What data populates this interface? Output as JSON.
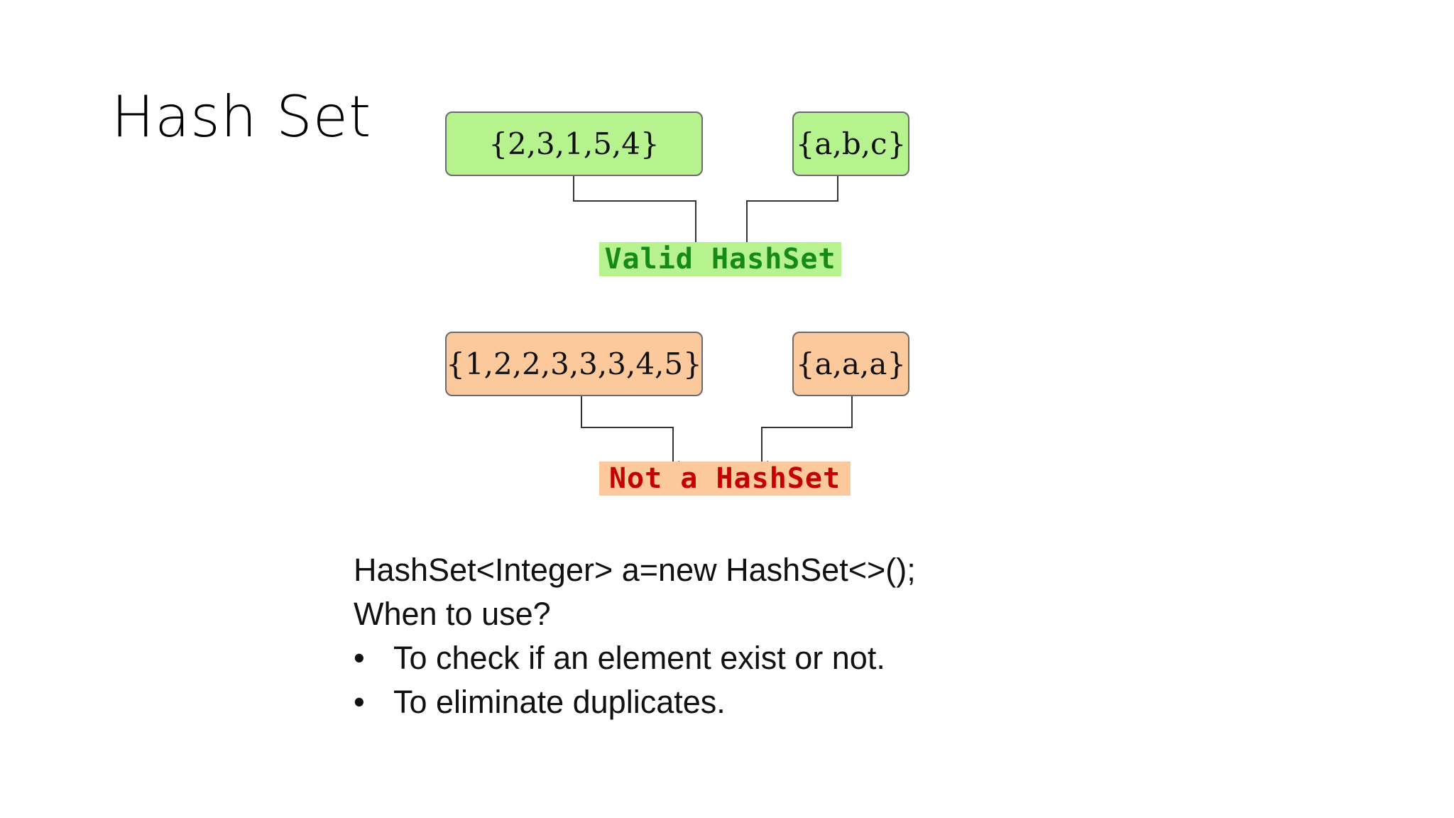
{
  "slide": {
    "title": "Hash Set"
  },
  "diagram": {
    "valid_group": {
      "left_set": "{2,3,1,5,4}",
      "right_set": "{a,b,c}",
      "verdict": "Valid HashSet"
    },
    "invalid_group": {
      "left_set": "{1,2,2,3,3,3,4,5}",
      "right_set": "{a,a,a}",
      "verdict": "Not a HashSet"
    },
    "colors": {
      "valid_fill": "#b6f28e",
      "valid_text": "#168a16",
      "invalid_fill": "#fbc99c",
      "invalid_text": "#c40000",
      "connector": "#222222"
    }
  },
  "content": {
    "code_line": "HashSet<Integer> a=new HashSet<>();",
    "question": "When to use?",
    "bullets": [
      "To check if an element exist or not.",
      "To eliminate duplicates."
    ],
    "bullet_symbol": "•"
  }
}
